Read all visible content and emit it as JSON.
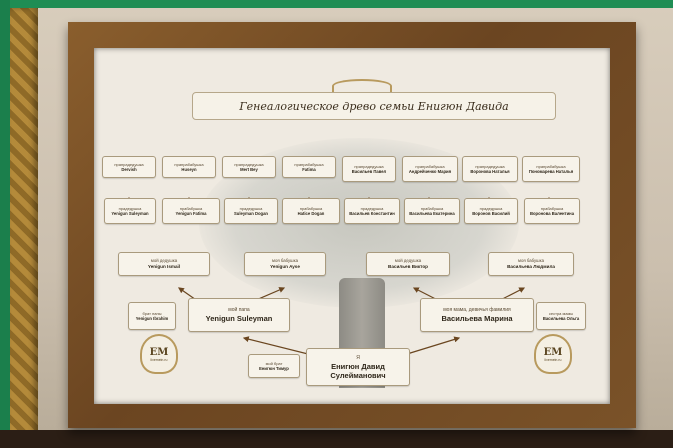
{
  "title": "Генеалогическое древо семьи Енигюн Давида",
  "emblem": {
    "letters": "ЕМ",
    "site": "livemein.ru"
  },
  "great_grandparents": [
    {
      "rel": "прапрадедушка",
      "name": "Dervish"
    },
    {
      "rel": "прапрабабушка",
      "name": "Huseyn"
    },
    {
      "rel": "прапрадедушка",
      "name": "Mert Bey"
    },
    {
      "rel": "прапрабабушка",
      "name": "Fatima"
    },
    {
      "rel": "прапрадедушка",
      "name": "Васильев Павел"
    },
    {
      "rel": "прапрабабушка",
      "name": "Андрейченко Мария"
    },
    {
      "rel": "прапрадедушка",
      "name": "Воронова Наталья"
    },
    {
      "rel": "прапрабабушка",
      "name": "Пономарева Наталья"
    }
  ],
  "grandparents_row": [
    {
      "rel": "прадедушка",
      "name": "Yenigun Suleyman"
    },
    {
      "rel": "прабабушка",
      "name": "Yenigun Fatima"
    },
    {
      "rel": "прадедушка",
      "name": "Suleyman Dogan"
    },
    {
      "rel": "прабабушка",
      "name": "Hatice Dogan"
    },
    {
      "rel": "прадедушка",
      "name": "Васильев Константин"
    },
    {
      "rel": "прабабушка",
      "name": "Васильева Екатерина"
    },
    {
      "rel": "прадедушка",
      "name": "Воронов Василий"
    },
    {
      "rel": "прабабушка",
      "name": "Воронова Валентина"
    }
  ],
  "grandparents": [
    {
      "rel": "мой дедушка",
      "name": "Yenigun Ismail"
    },
    {
      "rel": "моя бабушка",
      "name": "Yenigun Ayse"
    },
    {
      "rel": "мой дедушка",
      "name": "Васильев Виктор"
    },
    {
      "rel": "моя бабушка",
      "name": "Васильева Людмила"
    }
  ],
  "parents": [
    {
      "rel": "мой папа",
      "name": "Yenigun Suleyman"
    },
    {
      "rel": "моя мама, девичья фамилия",
      "name": "Васильева Марина"
    }
  ],
  "uncle": {
    "rel": "брат папы",
    "name": "Yenigun Ibrahim"
  },
  "aunt": {
    "rel": "сестра мамы",
    "name": "Васильева Ольга"
  },
  "brother": {
    "rel": "мой брат",
    "name": "Енигюн Тимур"
  },
  "self": {
    "rel": "Я",
    "name": "Енигюн Давид Сулейманович"
  },
  "colors": {
    "frame": "#6b4521",
    "paper": "#efeae1",
    "arrow": "#6a4620"
  }
}
